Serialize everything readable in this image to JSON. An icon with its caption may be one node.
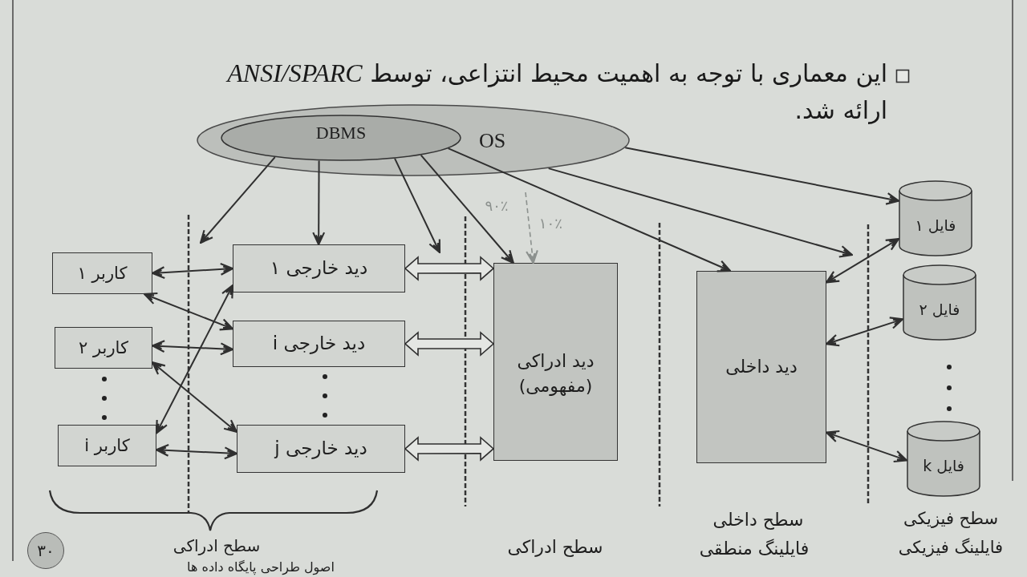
{
  "diagram": {
    "title": "این معماری با توجه به اهمیت محیط انتزاعی، توسط *ANSI/SPARC* ارائه شد.",
    "nodes": [
      {
        "text": [
          "OS"
        ]
      },
      {
        "text": [
          "DBMS"
        ],
        "in": 0
      },
      {
        "text": [
          "کاربر ۱"
        ]
      },
      {
        "text": [
          "کاربر ۲"
        ]
      },
      {
        "text": [
          "کاربر i"
        ]
      },
      {
        "text": [
          "دید خارجی ۱"
        ]
      },
      {
        "text": [
          "دید خارجی i"
        ]
      },
      {
        "text": [
          "دید خارجی j"
        ]
      },
      {
        "text": [
          "دید ادراکی (مفهومی)"
        ]
      },
      {
        "text": [
          "دید داخلی"
        ]
      },
      {
        "text": [
          "فایل ۱"
        ]
      },
      {
        "text": [
          "فایل ۲"
        ]
      },
      {
        "text": [
          "فایل k"
        ]
      }
    ],
    "edges": [
      {
        "from": 1,
        "to": null,
        "arrow": "to"
      },
      {
        "from": 1,
        "to": 5,
        "arrow": "to"
      },
      {
        "from": 1,
        "to": null,
        "arrow": "to"
      },
      {
        "from": 1,
        "to": 8,
        "arrow": "to"
      },
      {
        "from": 1,
        "to": 9,
        "arrow": "to"
      },
      {
        "from": 0,
        "to": null,
        "arrow": "to"
      },
      {
        "from": 0,
        "to": 10,
        "arrow": "to"
      },
      {
        "from": 2,
        "to": 5,
        "arrow": "both"
      },
      {
        "from": 2,
        "to": 6,
        "arrow": "both"
      },
      {
        "from": 3,
        "to": 6,
        "arrow": "both"
      },
      {
        "from": 3,
        "to": 7,
        "arrow": "both"
      },
      {
        "from": 4,
        "to": 5,
        "arrow": "both"
      },
      {
        "from": 4,
        "to": 7,
        "arrow": "both"
      },
      {
        "from": 5,
        "to": 8,
        "arrow": "both",
        "style": "thick"
      },
      {
        "from": 6,
        "to": 8,
        "arrow": "both",
        "style": "thick"
      },
      {
        "from": 7,
        "to": 8,
        "arrow": "both",
        "style": "thick"
      },
      {
        "from": 9,
        "to": 10,
        "arrow": "both"
      },
      {
        "from": 9,
        "to": 11,
        "arrow": "both"
      },
      {
        "from": 9,
        "to": 12,
        "arrow": "both"
      },
      {
        "from": null,
        "to": 8,
        "arrow": "to",
        "style": "dashed",
        "color": "#8c918e",
        "label": "۱۰٪"
      }
    ],
    "labels": [
      "۹۰٪",
      "سطح داخلی",
      "سطح فیزیکی",
      "۳۰",
      "سطح ادراکی",
      "سطح ادراکی",
      "فایلینگ منطقی",
      "فایلینگ فیزیکی",
      "اصول طراحی پایگاه داده ها"
    ]
  }
}
